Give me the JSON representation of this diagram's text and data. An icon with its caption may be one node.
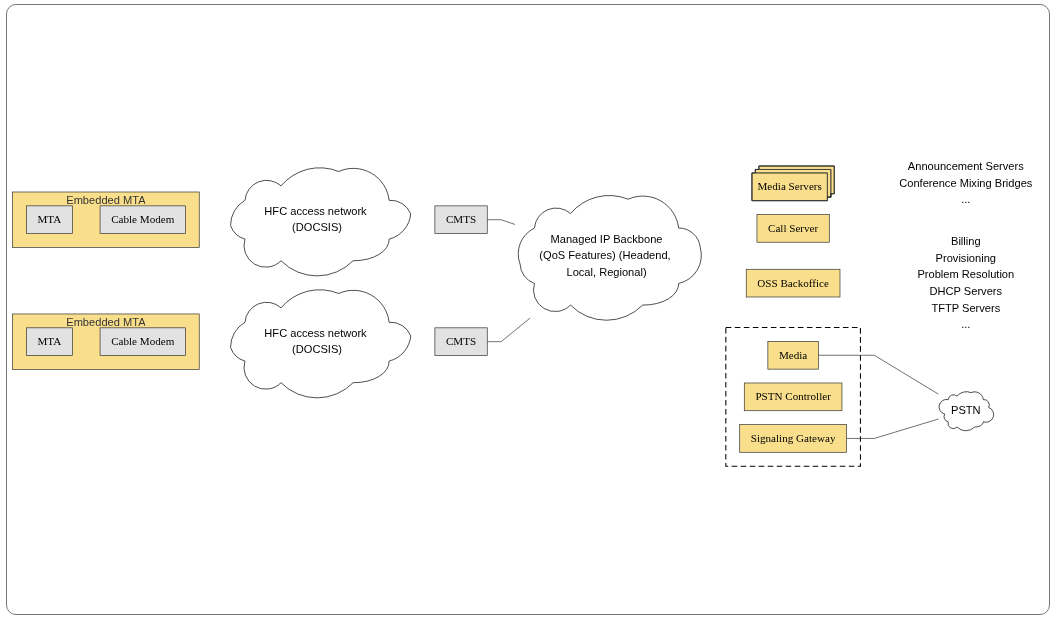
{
  "diagram": {
    "nodes": [
      {
        "text": [
          "Embedded MTA"
        ]
      },
      {
        "text": [
          "MTA"
        ],
        "in": 0
      },
      {
        "text": [
          "Cable Modem"
        ],
        "in": 0
      },
      {
        "text": [
          "HFC access network (DOCSIS)"
        ]
      },
      {
        "text": [
          "CMTS"
        ]
      },
      {
        "text": [
          "Embedded MTA"
        ]
      },
      {
        "text": [
          "MTA"
        ],
        "in": 5
      },
      {
        "text": [
          "Cable Modem"
        ],
        "in": 5
      },
      {
        "text": [
          "HFC access network (DOCSIS)"
        ]
      },
      {
        "text": [
          "CMTS"
        ]
      },
      {
        "text": [
          "Managed IP Backbone",
          "(QoS Features) (Headend, Local, Regional)"
        ]
      },
      {
        "text": [
          "Call Server"
        ]
      },
      {
        "text": [
          "Media Servers"
        ],
        "beside": [
          "Announcement Servers",
          "Conference Mixing Bridges",
          "..."
        ]
      },
      {
        "text": [],
        "shape": "box"
      },
      {
        "text": [
          "Media"
        ],
        "in": 13
      },
      {
        "text": [
          "PSTN Controller"
        ],
        "in": 13
      },
      {
        "text": [
          "Signaling Gateway"
        ],
        "in": 13
      },
      {
        "text": [
          "PSTN"
        ]
      },
      {
        "text": [
          "OSS Backoffice"
        ],
        "beside": [
          "Billing",
          "Provisioning",
          "Problem Resolution",
          "DHCP Servers",
          "TFTP Servers",
          "..."
        ]
      }
    ],
    "edges": [
      {
        "from": 4,
        "to": 10,
        "arrow": "none"
      },
      {
        "from": 9,
        "to": 10,
        "arrow": "none"
      },
      {
        "from": 14,
        "to": 17,
        "arrow": "none"
      },
      {
        "from": 16,
        "to": 17,
        "arrow": "none"
      }
    ]
  }
}
